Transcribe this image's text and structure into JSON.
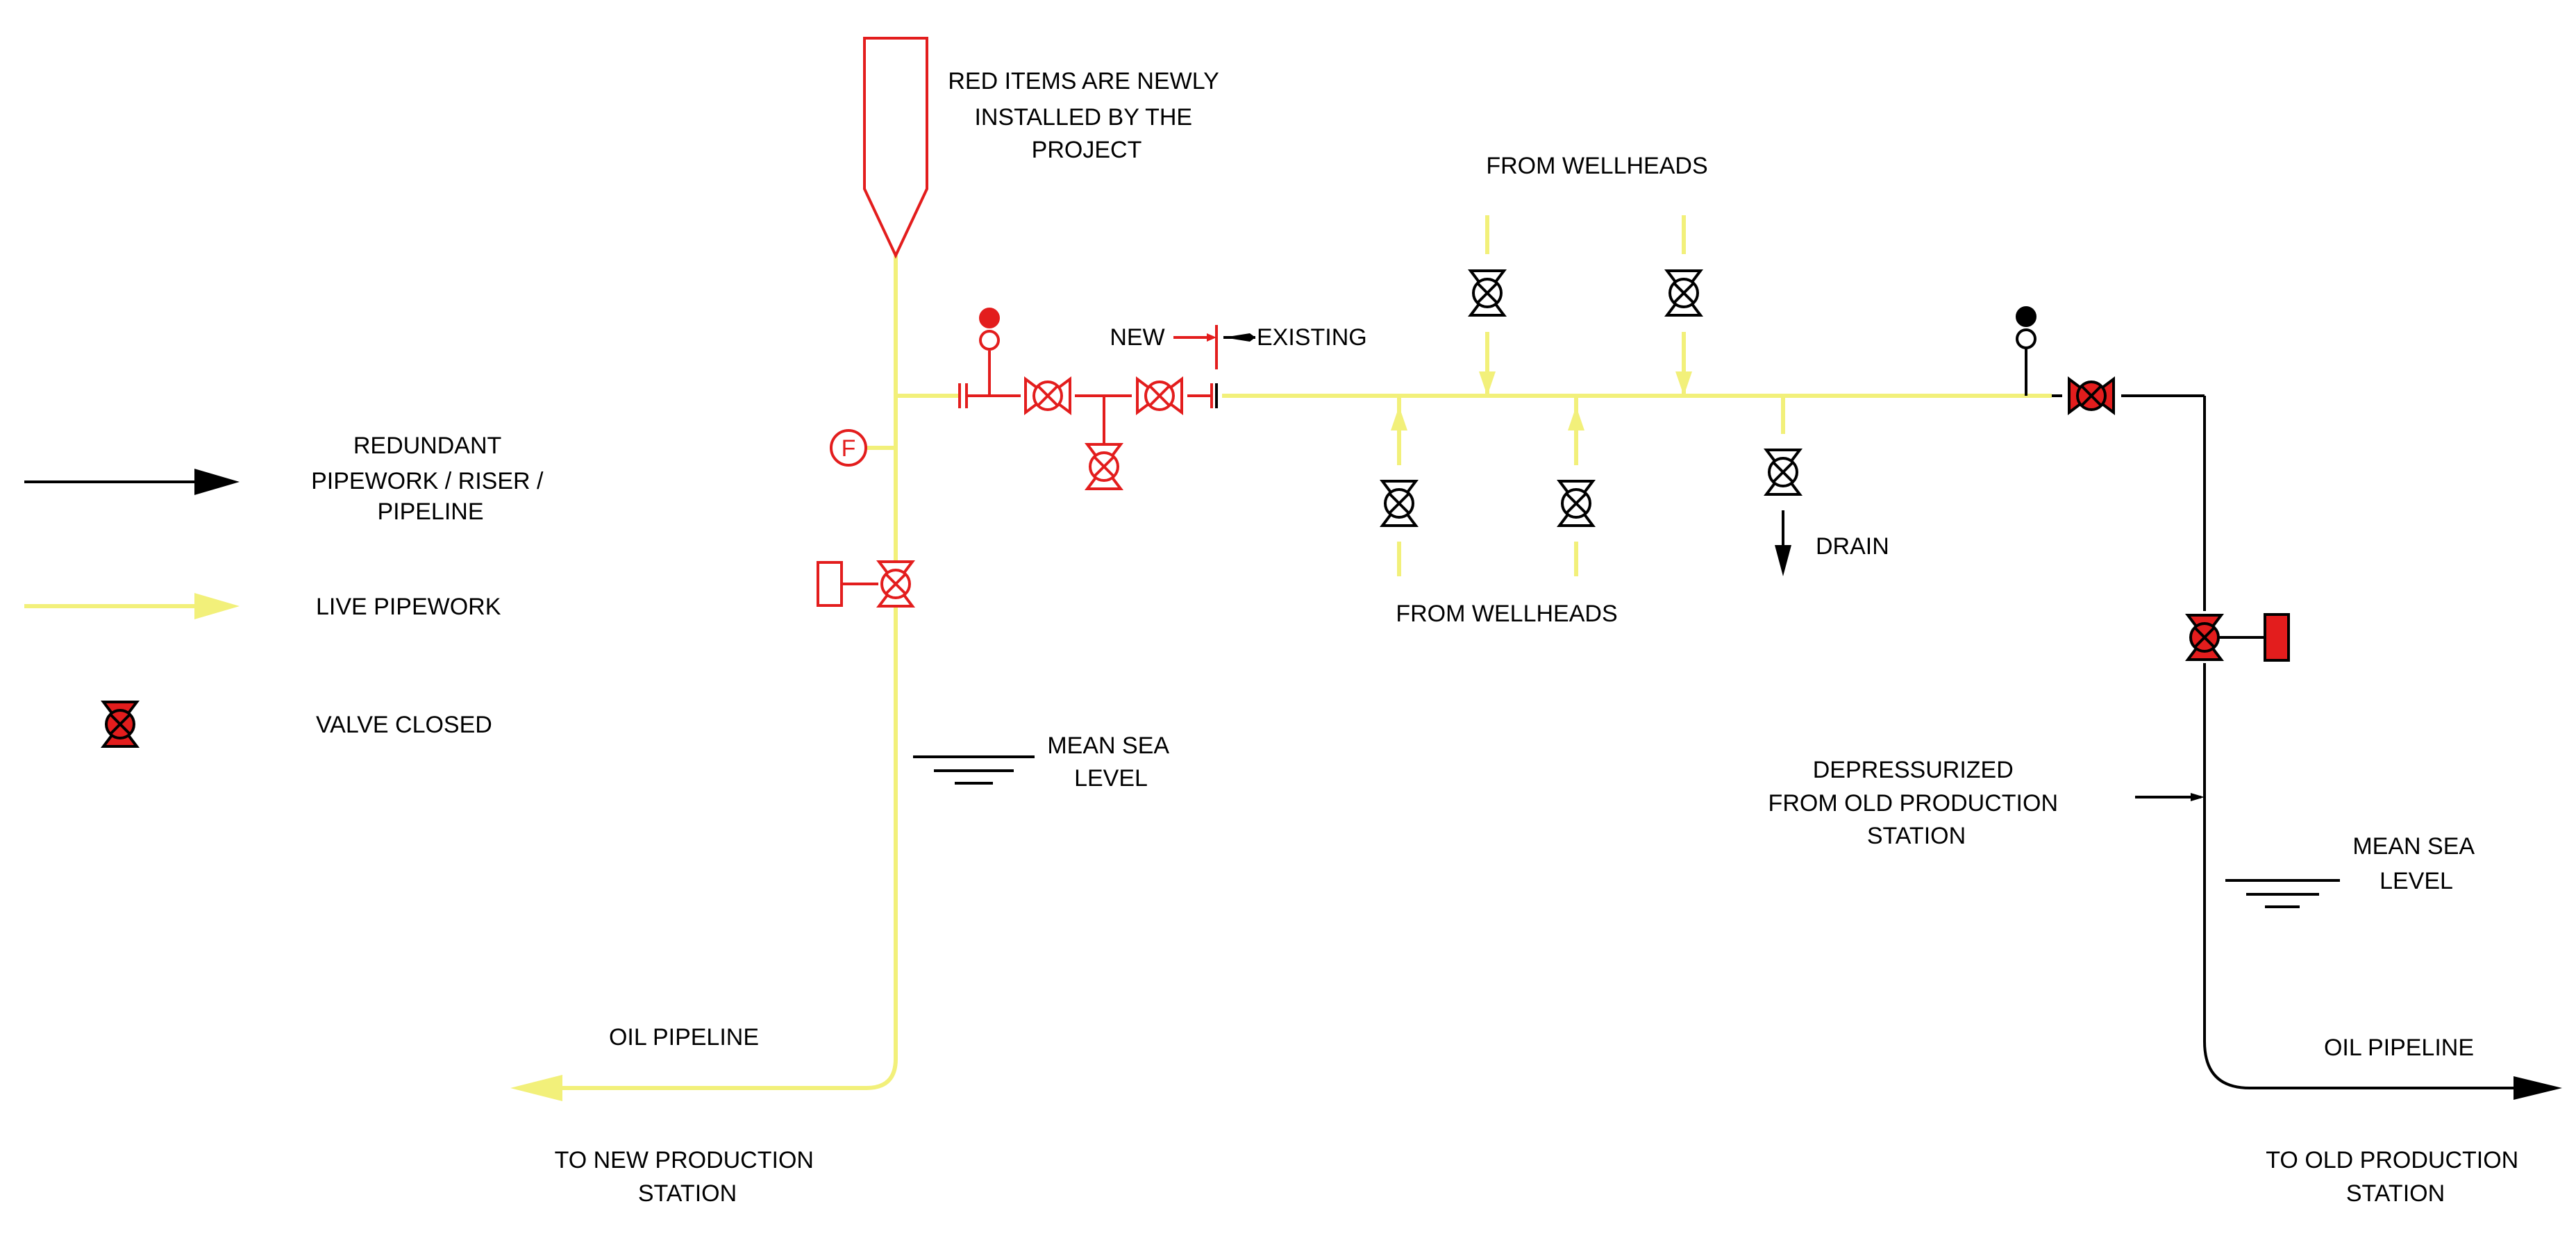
{
  "labels": {
    "note": [
      "RED ITEMS ARE NEWLY",
      "INSTALLED BY THE",
      "PROJECT"
    ],
    "from_wellheads": "FROM WELLHEADS",
    "new": "NEW",
    "existing": "EXISTING",
    "flow_element": "F",
    "drain": "DRAIN",
    "mean_sea_level": [
      "MEAN SEA",
      "LEVEL"
    ],
    "depressurized": [
      "DEPRESSURIZED",
      "FROM OLD PRODUCTION",
      "STATION"
    ],
    "oil_pipeline": "OIL PIPELINE",
    "to_new_station": [
      "TO NEW PRODUCTION",
      "STATION"
    ],
    "to_old_station": [
      "TO OLD PRODUCTION",
      "STATION"
    ]
  },
  "legend": [
    {
      "text": [
        "REDUNDANT",
        "PIPEWORK / RISER /",
        "PIPELINE"
      ],
      "symbol": "black-arrow"
    },
    {
      "text": [
        "LIVE PIPEWORK"
      ],
      "symbol": "yellow-arrow"
    },
    {
      "text": [
        "VALVE CLOSED"
      ],
      "symbol": "closed-valve-icon"
    }
  ],
  "colors": {
    "live": "#f2f07a",
    "new": "#e31d1d",
    "redundant": "#000000",
    "closed_valve_fill": "#e31d1d"
  }
}
